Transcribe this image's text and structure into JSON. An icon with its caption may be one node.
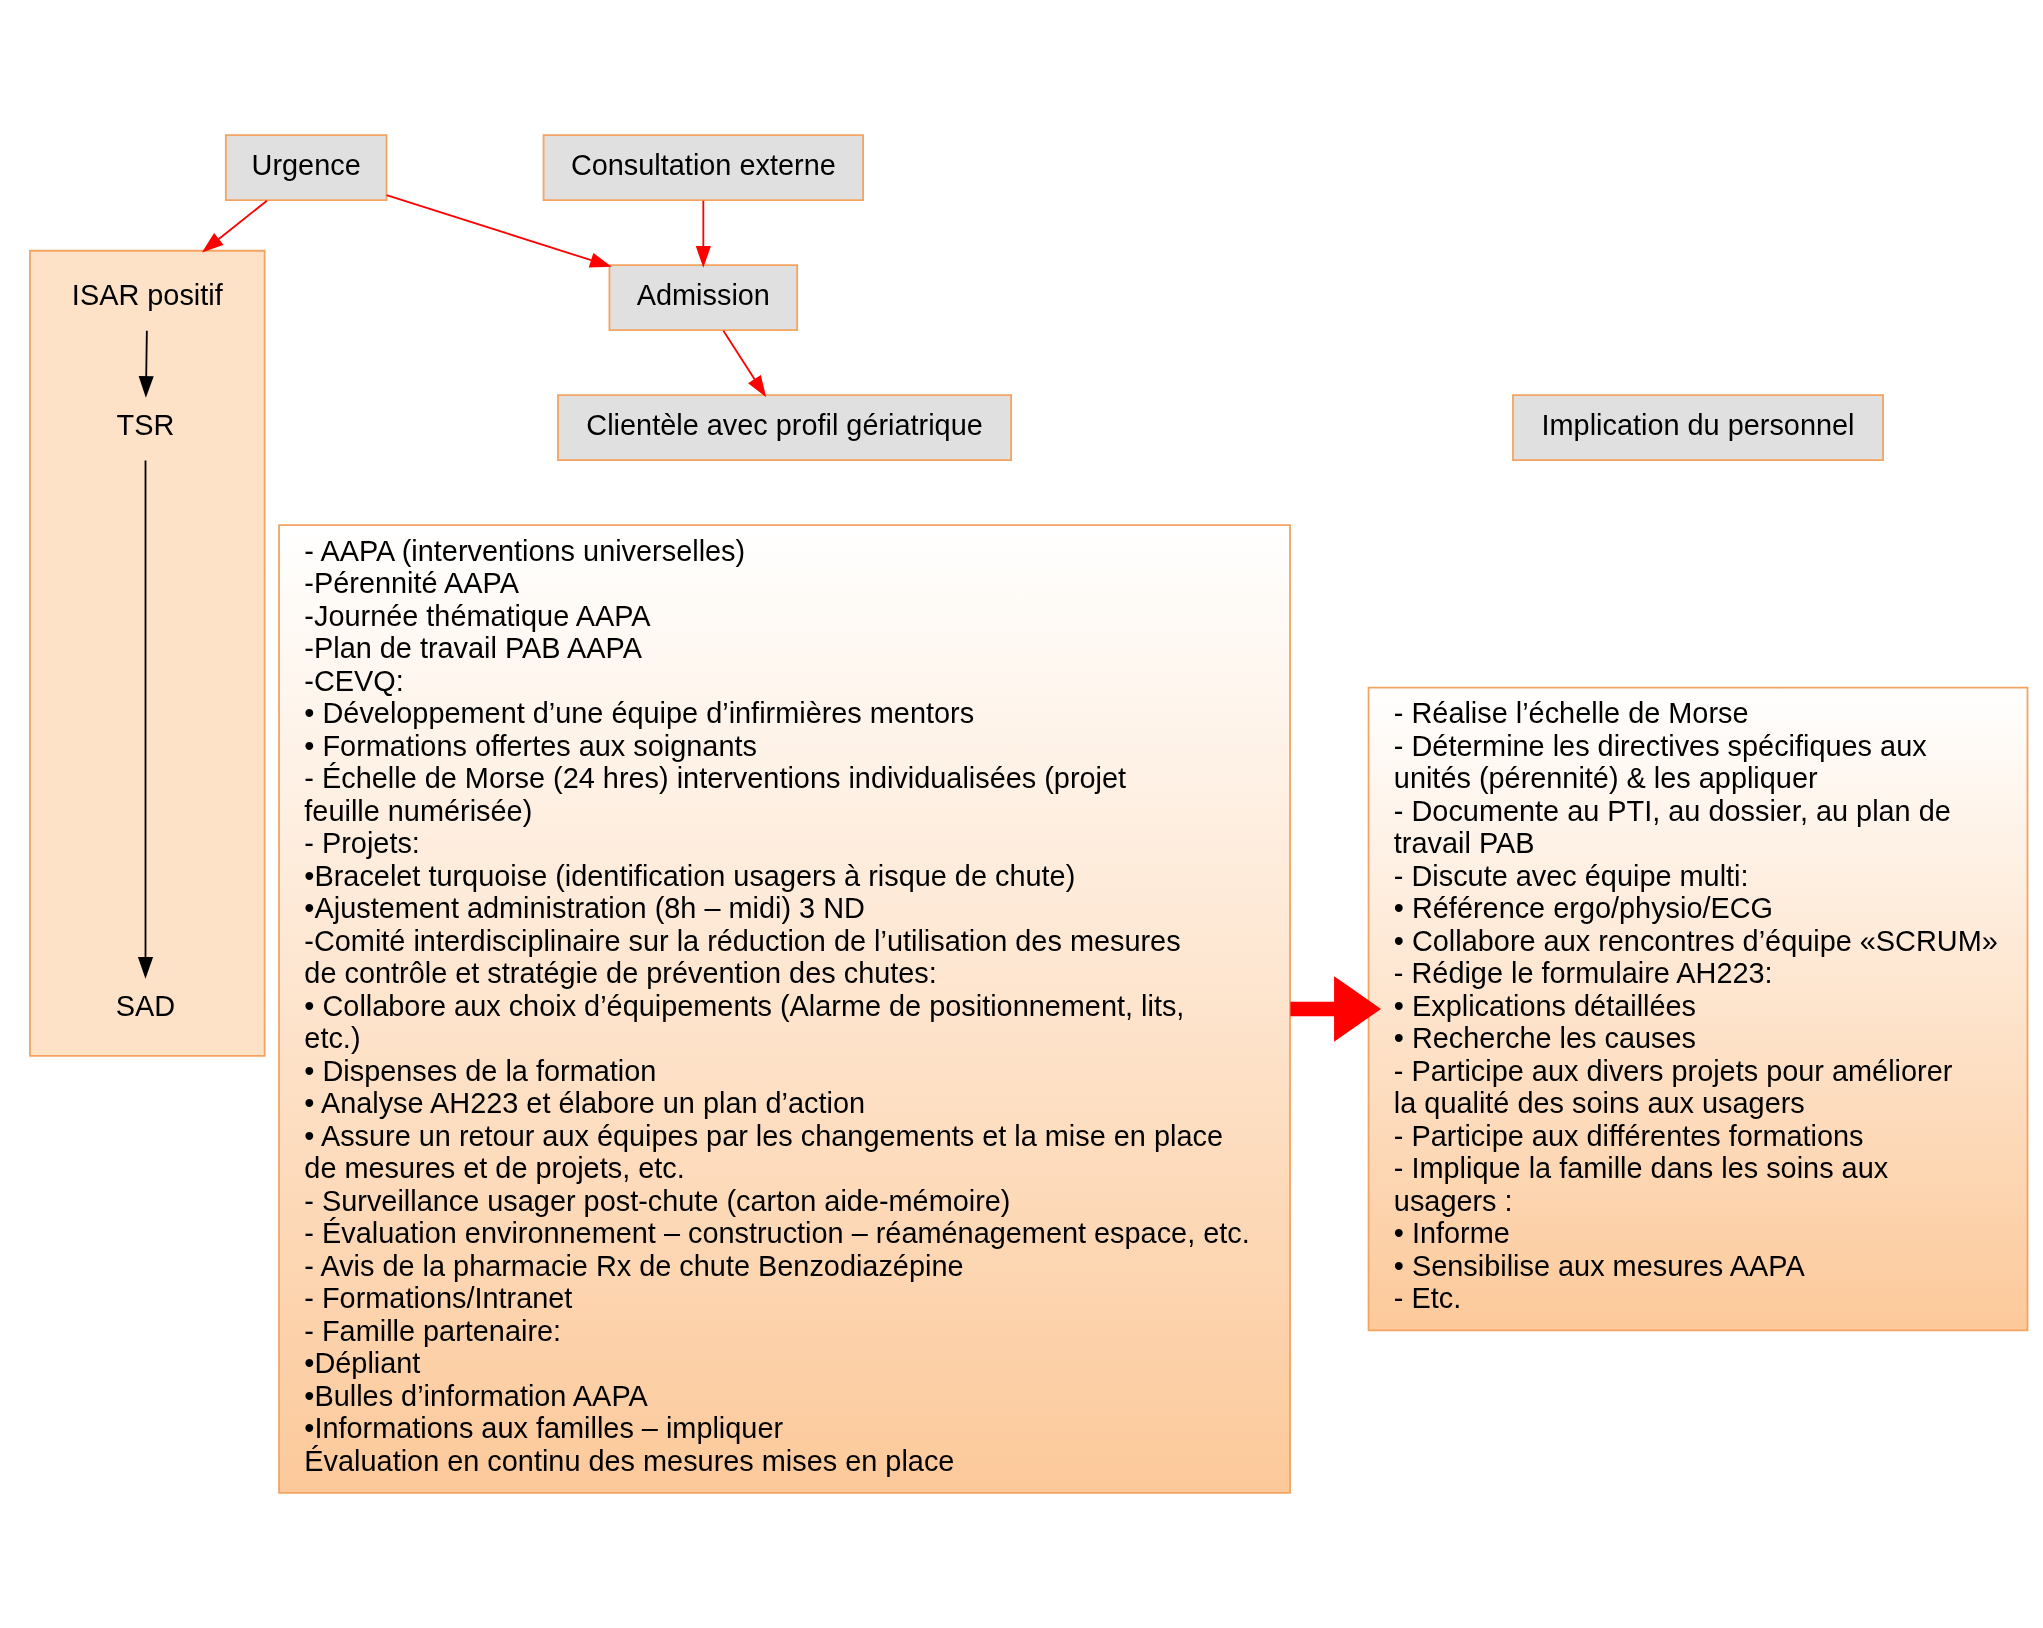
{
  "diagram": {
    "nodes": [
      {
        "text": [
          "Urgence"
        ]
      },
      {
        "text": [
          "Consultation externe"
        ]
      },
      {
        "text": [
          "Admission"
        ]
      },
      {
        "text": [
          "Clientèle avec profil gériatrique"
        ]
      },
      {
        "text": [
          "- AAPA (interventions universelles)",
          "-Pérennité AAPA",
          "-Journée thématique AAPA",
          "-Plan de travail PAB AAPA",
          "-CEVQ:",
          "• Développement d’une équipe d’infirmières mentors",
          "• Formations offertes aux soignants",
          "- Échelle de Morse (24 hres) interventions individualisées (projet feuille numérisée)",
          "- Projets:",
          "•Bracelet turquoise (identification usagers à risque de chute)",
          "•Ajustement administration (8h – midi) 3 ND",
          "-Comité interdisciplinaire sur la réduction de l’utilisation des mesures de contrôle et stratégie de prévention des chutes:",
          "• Collabore aux choix d’équipements (Alarme de positionnement, lits, etc.)",
          "• Dispenses de la formation",
          "• Analyse AH223 et élabore un plan d’action",
          "• Assure un retour aux équipes par les changements et la mise en place de mesures et de projets, etc.",
          "- Surveillance usager post-chute (carton aide-mémoire)",
          "- Évaluation environnement – construction – réaménagement espace, etc.",
          "- Avis de la pharmacie Rx de chute Benzodiazépine",
          "- Formations/Intranet",
          "- Famille partenaire:",
          "•Dépliant",
          "•Bulles d’information AAPA",
          "•Informations aux familles – impliquer",
          "Évaluation en continu des mesures mises en place"
        ]
      },
      {
        "text": [],
        "shape": "box"
      },
      {
        "text": [
          "ISAR positif"
        ],
        "in": 5
      },
      {
        "text": [
          "TSR"
        ],
        "in": 5
      },
      {
        "text": [
          "SAD"
        ],
        "in": 5
      },
      {
        "text": [
          "Implication du personnel"
        ]
      },
      {
        "text": [
          "- Réalise l’échelle de Morse",
          "- Détermine les directives spécifiques aux unités (pérennité) & les appliquer",
          "- Documente au PTI, au dossier, au plan de travail PAB",
          "- Discute avec équipe multi:",
          "• Référence ergo/physio/ECG",
          "• Collabore aux rencontres d’équipe «SCRUM»",
          "- Rédige le formulaire AH223:",
          "• Explications détaillées",
          "• Recherche les causes",
          "- Participe aux divers projets pour améliorer la qualité des soins aux usagers",
          "- Participe aux différentes formations",
          "- Implique la famille dans les soins aux usagers :",
          "• Informe",
          "• Sensibilise aux mesures AAPA",
          "- Etc."
        ]
      }
    ],
    "edges": [
      {
        "from": 0,
        "to": 5,
        "arrow": "to"
      },
      {
        "from": 0,
        "to": 2,
        "arrow": "to"
      },
      {
        "from": 1,
        "to": 2,
        "arrow": "to"
      },
      {
        "from": 2,
        "to": 3,
        "arrow": "to"
      },
      {
        "from": 6,
        "to": 7,
        "arrow": "to",
        "color": "#000000"
      },
      {
        "from": 7,
        "to": 8,
        "arrow": "to",
        "color": "#000000"
      },
      {
        "from": 4,
        "to": 10,
        "arrow": "to",
        "style": "thick"
      }
    ]
  }
}
